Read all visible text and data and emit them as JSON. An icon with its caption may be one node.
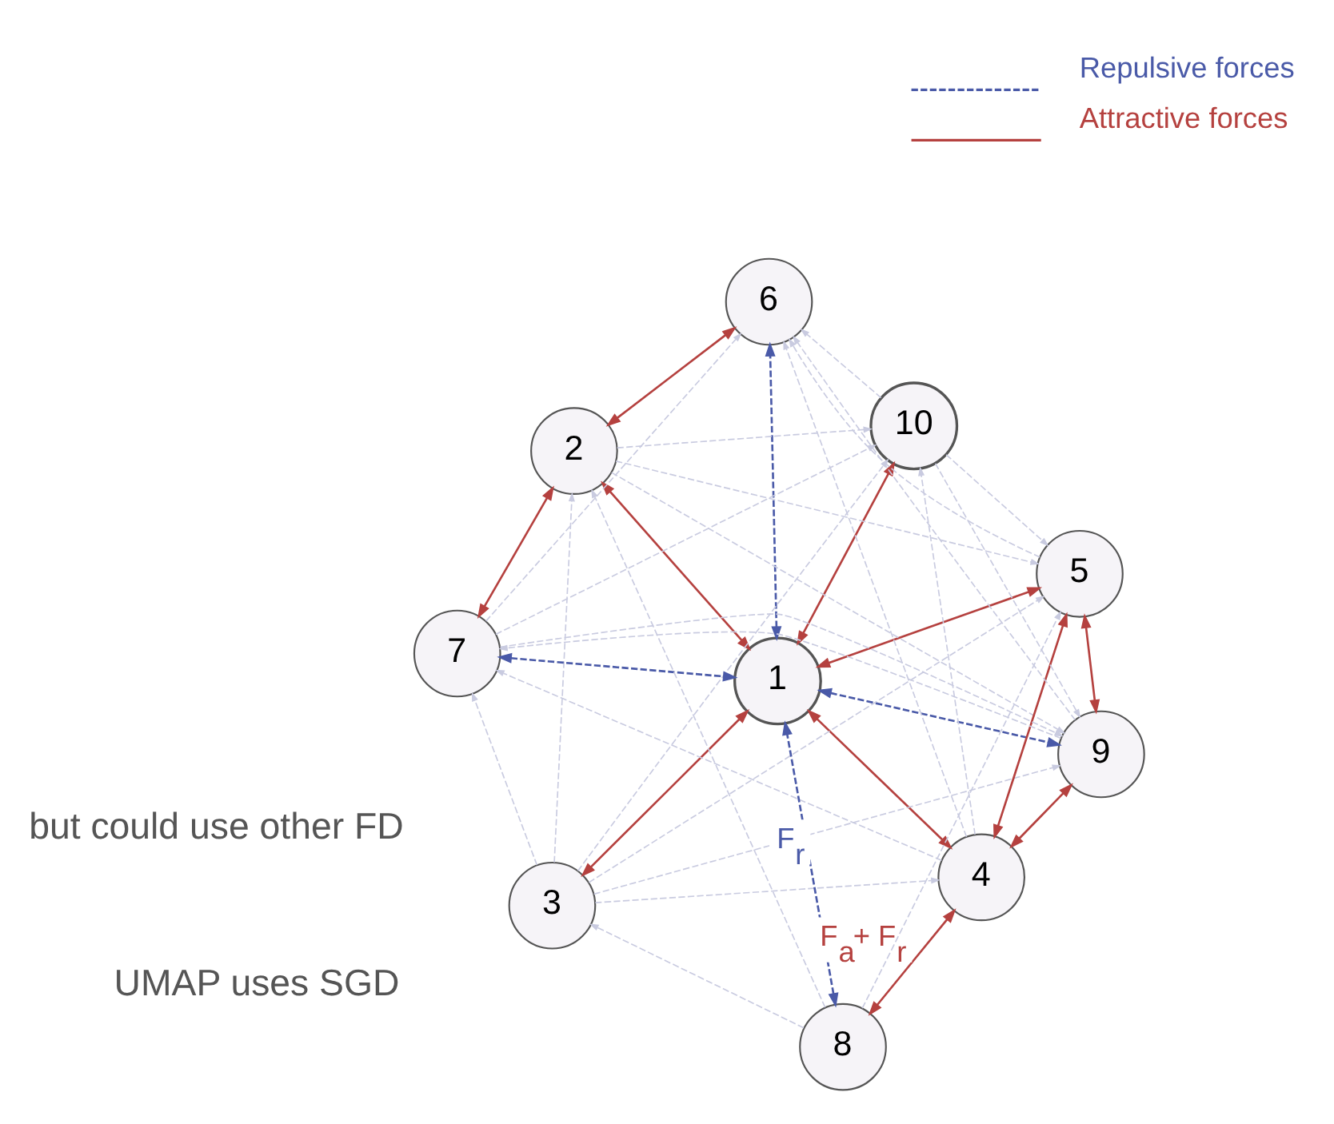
{
  "diagram": {
    "nodes": [
      {
        "text": [
          "1"
        ]
      },
      {
        "text": [
          "2"
        ]
      },
      {
        "text": [
          "3"
        ]
      },
      {
        "text": [
          "4"
        ]
      },
      {
        "text": [
          "5"
        ]
      },
      {
        "text": [
          "6"
        ]
      },
      {
        "text": [
          "7"
        ]
      },
      {
        "text": [
          "8"
        ]
      },
      {
        "text": [
          "9"
        ]
      },
      {
        "text": [
          "10"
        ]
      }
    ],
    "edges": [
      {
        "from": 2,
        "to": 0,
        "arrow": "both",
        "color": "#b5413f"
      },
      {
        "from": 7,
        "to": 3,
        "arrow": "both",
        "color": "#b5413f",
        "label": "F$_{a}$+ F$_{r}$"
      },
      {
        "from": 0,
        "to": 3,
        "arrow": "both",
        "color": "#b5413f"
      },
      {
        "from": 0,
        "to": 1,
        "arrow": "both",
        "color": "#b5413f"
      },
      {
        "from": 6,
        "to": 1,
        "arrow": "both",
        "color": "#b5413f"
      },
      {
        "from": 1,
        "to": 5,
        "arrow": "both",
        "color": "#b5413f"
      },
      {
        "from": 0,
        "to": 9,
        "arrow": "both",
        "color": "#b5413f"
      },
      {
        "from": 0,
        "to": 4,
        "arrow": "both",
        "color": "#b5413f"
      },
      {
        "from": 3,
        "to": 4,
        "arrow": "both",
        "color": "#b5413f"
      },
      {
        "from": 3,
        "to": 8,
        "arrow": "both",
        "color": "#b5413f"
      },
      {
        "from": 4,
        "to": 8,
        "arrow": "both",
        "color": "#b5413f"
      },
      {
        "from": 7,
        "to": 0,
        "arrow": "both",
        "style": "dashed",
        "color": "#4a5aa8",
        "label": "F$_{r}$"
      },
      {
        "from": 6,
        "to": 0,
        "arrow": "both",
        "style": "dashed",
        "color": "#4a5aa8"
      },
      {
        "from": 0,
        "to": 8,
        "arrow": "both",
        "style": "dashed",
        "color": "#4a5aa8"
      },
      {
        "from": 0,
        "to": 5,
        "arrow": "both",
        "style": "dashed",
        "color": "#4a5aa8"
      },
      {
        "from": 7,
        "to": 2,
        "arrow": "to",
        "style": "dashed"
      },
      {
        "from": 2,
        "to": 6,
        "arrow": "to",
        "style": "dashed"
      },
      {
        "from": 2,
        "to": 1,
        "arrow": "to",
        "style": "dashed"
      },
      {
        "from": 2,
        "to": 9,
        "arrow": "to",
        "style": "dashed"
      },
      {
        "from": 2,
        "to": 3,
        "arrow": "to",
        "style": "dashed"
      },
      {
        "from": 2,
        "to": 4,
        "arrow": "to",
        "style": "dashed"
      },
      {
        "from": 2,
        "to": 8,
        "arrow": "to",
        "style": "dashed"
      },
      {
        "from": 3,
        "to": 6,
        "arrow": "to",
        "style": "dashed"
      },
      {
        "from": 6,
        "to": 9,
        "arrow": "to",
        "style": "dashed"
      },
      {
        "from": 8,
        "to": 6,
        "arrow": "to",
        "style": "dashed"
      },
      {
        "from": 6,
        "to": 5,
        "arrow": "to",
        "style": "dashed"
      },
      {
        "from": 6,
        "to": 8,
        "arrow": "to",
        "style": "dashed"
      },
      {
        "from": 7,
        "to": 1,
        "arrow": "to",
        "style": "dashed"
      },
      {
        "from": 1,
        "to": 9,
        "arrow": "to",
        "style": "dashed"
      },
      {
        "from": 1,
        "to": 8,
        "arrow": "to",
        "style": "dashed"
      },
      {
        "from": 1,
        "to": 4,
        "arrow": "to",
        "style": "dashed"
      },
      {
        "from": 9,
        "to": 5,
        "arrow": "to",
        "style": "dashed"
      },
      {
        "from": 3,
        "to": 5,
        "arrow": "to",
        "style": "dashed"
      },
      {
        "from": 8,
        "to": 5,
        "arrow": "to",
        "style": "dashed"
      },
      {
        "from": 4,
        "to": 5,
        "arrow": "to",
        "style": "dashed"
      },
      {
        "from": 7,
        "to": 4,
        "arrow": "to",
        "style": "dashed"
      },
      {
        "from": 3,
        "to": 9,
        "arrow": "to",
        "style": "dashed"
      },
      {
        "from": 9,
        "to": 8,
        "arrow": "to",
        "style": "dashed"
      },
      {
        "from": 9,
        "to": 4,
        "arrow": "to",
        "style": "dashed"
      }
    ],
    "labels": [
      "UMAP uses SGD",
      "but could use other FD"
    ],
    "legend": [
      {
        "text": "Repulsive forces"
      },
      {
        "text": "Attractive forces"
      }
    ]
  }
}
